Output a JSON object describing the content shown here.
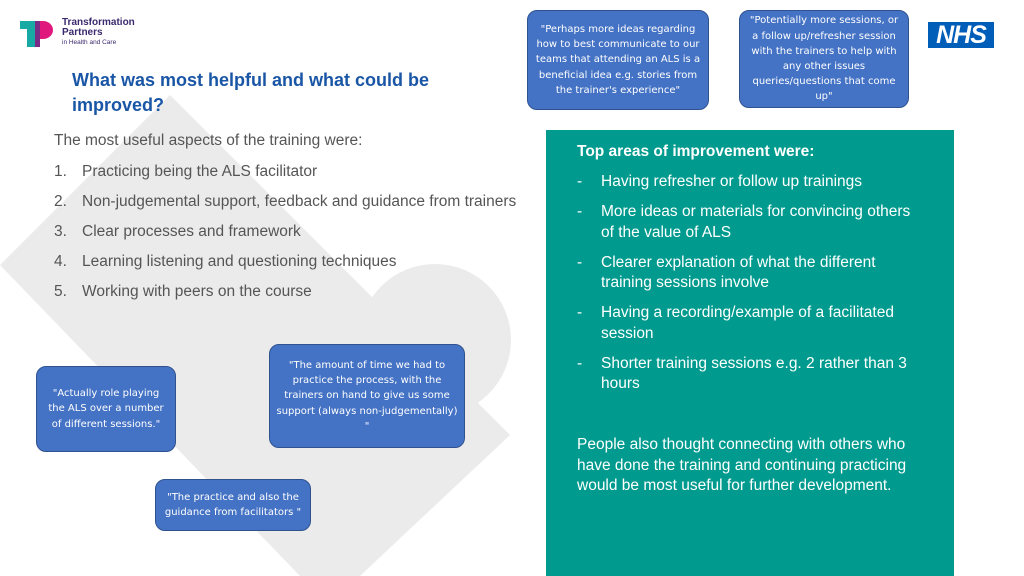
{
  "org": {
    "line1": "Transformation",
    "line2": "Partners",
    "line3": "in Health and Care"
  },
  "nhs_logo_text": "NHS",
  "colors": {
    "title_blue": "#1a56a6",
    "teal_panel": "#009b8e",
    "bubble_blue": "#4472c4",
    "nhs_blue": "#005eb8"
  },
  "title": "What was most helpful and what could be improved?",
  "useful": {
    "intro": "The most useful aspects of the training were:",
    "items": [
      {
        "num": "1.",
        "text": "Practicing being the ALS facilitator"
      },
      {
        "num": "2.",
        "text": "Non-judgemental support, feedback and guidance from trainers"
      },
      {
        "num": "3.",
        "text": "Clear processes and framework"
      },
      {
        "num": "4.",
        "text": "Learning listening and questioning techniques"
      },
      {
        "num": "5.",
        "text": "Working with peers on the course"
      }
    ]
  },
  "improvements": {
    "title": "Top areas of improvement were:",
    "dash": "-",
    "items": [
      "Having refresher or follow up trainings",
      "More ideas or materials for convincing others of the value of ALS",
      "Clearer explanation of what the different training sessions involve",
      "Having a recording/example of a facilitated session",
      "Shorter training sessions e.g. 2 rather than 3 hours"
    ],
    "footer": "People also thought connecting with others who have done the training and continuing practicing would be most useful for further development."
  },
  "quotes": {
    "q1": "\"Perhaps more ideas regarding how to best communicate to our teams that attending an ALS is a beneficial idea e.g. stories from the trainer's experience\"",
    "q2": "\"Potentially more sessions, or a follow up/refresher session with the trainers to help with any other issues queries/questions that come up\"",
    "q3": "\"The amount of time we had to practice the process, with the trainers on hand to give us some support (always non-judgementally) \"",
    "q4": "\"Actually role playing the ALS over a number of different sessions.\"",
    "q5": "\"The practice and also the guidance from facilitators \""
  }
}
